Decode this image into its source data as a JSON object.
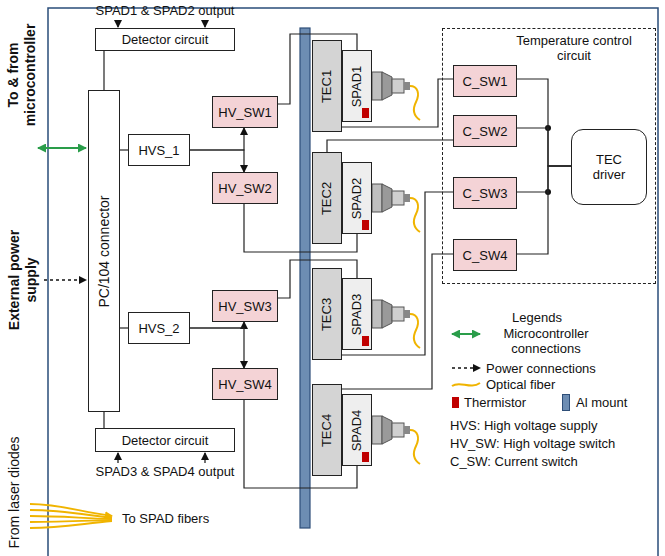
{
  "diagram": {
    "nodes": [
      {
        "text": [
          "Detector circuit"
        ]
      },
      {
        "text": [
          "PC/104 connector"
        ]
      },
      {
        "text": [
          "HVS_1"
        ]
      },
      {
        "text": [
          "HV_SW1"
        ]
      },
      {
        "text": [
          "HV_SW2"
        ]
      },
      {
        "text": [
          "HVS_2"
        ]
      },
      {
        "text": [
          "HV_SW3"
        ]
      },
      {
        "text": [
          "HV_SW4"
        ]
      },
      {
        "text": [
          "Detector circuit"
        ]
      },
      {
        "text": [
          "TEC1"
        ]
      },
      {
        "text": [
          "SPAD1"
        ]
      },
      {
        "text": [
          "TEC2"
        ]
      },
      {
        "text": [
          "SPAD2"
        ]
      },
      {
        "text": [
          "TEC3"
        ]
      },
      {
        "text": [
          "SPAD3"
        ]
      },
      {
        "text": [
          "TEC4"
        ]
      },
      {
        "text": [
          "SPAD4"
        ]
      },
      {
        "text": [
          "Temperature control circuit"
        ]
      },
      {
        "text": [
          "C_SW1"
        ],
        "in": 17
      },
      {
        "text": [
          "C_SW2"
        ],
        "in": 17
      },
      {
        "text": [
          "C_SW3"
        ],
        "in": 17
      },
      {
        "text": [
          "C_SW4"
        ],
        "in": 17
      },
      {
        "text": [
          "TEC driver"
        ],
        "in": 17
      }
    ],
    "edges": [
      {
        "from": 0,
        "to": 1,
        "arrow": "none"
      },
      {
        "from": 1,
        "to": 2,
        "arrow": "none"
      },
      {
        "from": 1,
        "to": 5,
        "arrow": "none"
      },
      {
        "from": 1,
        "to": 8,
        "arrow": "none"
      },
      {
        "from": 2,
        "to": 3,
        "arrow": "to"
      },
      {
        "from": 2,
        "to": 4,
        "arrow": "to"
      },
      {
        "from": 5,
        "to": 6,
        "arrow": "to"
      },
      {
        "from": 5,
        "to": 7,
        "arrow": "to"
      },
      {
        "from": 3,
        "to": 10,
        "arrow": "none"
      },
      {
        "from": 4,
        "to": 12,
        "arrow": "none"
      },
      {
        "from": 6,
        "to": 14,
        "arrow": "none"
      },
      {
        "from": 7,
        "to": 16,
        "arrow": "none"
      },
      {
        "from": 18,
        "to": 9,
        "arrow": "none"
      },
      {
        "from": 19,
        "to": 11,
        "arrow": "none"
      },
      {
        "from": 20,
        "to": 13,
        "arrow": "none"
      },
      {
        "from": 21,
        "to": 15,
        "arrow": "none"
      },
      {
        "from": 18,
        "to": 22,
        "arrow": "none"
      },
      {
        "from": 19,
        "to": 22,
        "arrow": "none"
      },
      {
        "from": 20,
        "to": 22,
        "arrow": "none"
      },
      {
        "from": 21,
        "to": 22,
        "arrow": "none"
      }
    ],
    "labels": [
      "SPAD1 & SPAD2 output",
      "To & from microcontroller",
      "External power supply",
      "SPAD3 & SPAD4 output",
      "From laser diodes",
      "To SPAD fibers",
      "Legends",
      "HVS: High voltage supply",
      "HV_SW: High voltage switch",
      "C_SW: Current switch"
    ],
    "legend": [
      {
        "text": "Microcontroller connections"
      },
      {
        "text": "Power connections"
      },
      {
        "text": "Optical fiber"
      },
      {
        "text": "Thermistor",
        "color": "#c00000"
      },
      {
        "text": "Al mount",
        "color": "#6d8db3"
      }
    ]
  }
}
